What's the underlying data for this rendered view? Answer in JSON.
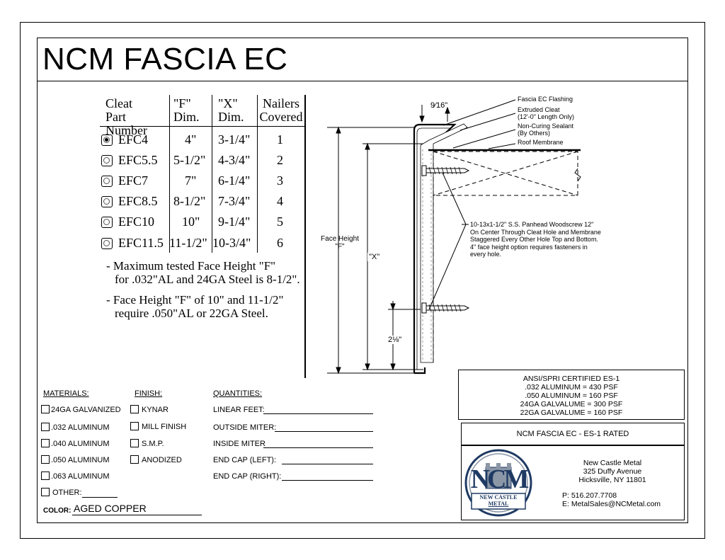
{
  "title": "NCM FASCIA EC",
  "cleat_table": {
    "headers": [
      [
        "Cleat Part",
        "Number"
      ],
      [
        "\"F\"",
        "Dim."
      ],
      [
        "\"X\"",
        "Dim."
      ],
      [
        "Nailers",
        "Covered"
      ]
    ],
    "rows": [
      {
        "part": "EFC4",
        "f": "4\"",
        "x": "3-1/4\"",
        "nailers": "1",
        "selected": true
      },
      {
        "part": "EFC5.5",
        "f": "5-1/2\"",
        "x": "4-3/4\"",
        "nailers": "2",
        "selected": false
      },
      {
        "part": "EFC7",
        "f": "7\"",
        "x": "6-1/4\"",
        "nailers": "3",
        "selected": false
      },
      {
        "part": "EFC8.5",
        "f": "8-1/2\"",
        "x": "7-3/4\"",
        "nailers": "4",
        "selected": false
      },
      {
        "part": "EFC10",
        "f": "10\"",
        "x": "9-1/4\"",
        "nailers": "5",
        "selected": false
      },
      {
        "part": "EFC11.5",
        "f": "11-1/2\"",
        "x": "10-3/4\"",
        "nailers": "6",
        "selected": false
      }
    ]
  },
  "notes": [
    [
      "- Maximum tested Face Height \"F\"",
      "  for .032\"AL and 24GA Steel is 8-1/2\"."
    ],
    [
      "- Face Height \"F\" of 10\" and 11-1/2\"",
      "  require .050\"AL or 22GA Steel."
    ]
  ],
  "diagram": {
    "dim_top": "9⁄16\"",
    "face_height_1": "Face Height",
    "face_height_2": "\"F\"",
    "x_label": "\"X\"",
    "dim_bottom": "2⅛\"",
    "callouts": [
      "Fascia EC Flashing",
      "Extruded Cleat",
      "(12'-0\" Length Only)",
      "Non-Curing Sealant",
      "(By Others)",
      "Roof Membrane"
    ],
    "screw_note": [
      "10-13x1-1/2\" S.S. Panhead Woodscrew 12\"",
      "On Center Through Cleat Hole and Membrane",
      "Staggered Every Other Hole Top and Bottom.",
      "4\" face height option requires fasteners in",
      "every hole."
    ]
  },
  "materials": {
    "heading": "MATERIALS:",
    "items": [
      "24GA GALVANIZED",
      ".032 ALUMINUM",
      ".040 ALUMINUM",
      ".050 ALUMINUM",
      ".063 ALUMINUM"
    ],
    "other_label": "OTHER:"
  },
  "finish": {
    "heading": "FINISH:",
    "items": [
      "KYNAR",
      "MILL FINISH",
      "S.M.P.",
      "ANODIZED"
    ]
  },
  "quantities": {
    "heading": "QUANTITIES:",
    "items": [
      "LINEAR FEET:",
      "OUTSIDE MITER:",
      "INSIDE MITER",
      "END CAP (LEFT):",
      "END CAP (RIGHT):"
    ]
  },
  "color": {
    "label": "COLOR:",
    "value": "AGED COPPER"
  },
  "certification": [
    "ANSI/SPRI CERTIFIED ES-1",
    ".032 ALUMINUM = 430 PSF",
    ".050 ALUMINUM = 160 PSF",
    "24GA GALVALUME = 300 PSF",
    "22GA GALVALUME = 160 PSF"
  ],
  "rating": "NCM FASCIA EC - ES-1 RATED",
  "company": {
    "logo_letters": "NCM",
    "logo_caption_1": "NEW CASTLE",
    "logo_caption_2": "METAL",
    "name": "New Castle Metal",
    "address_1": "325 Duffy Avenue",
    "address_2": "Hicksville, NY 11801",
    "phone": "P: 516.207.7708",
    "email": "E: MetalSales@NCMetal.com"
  },
  "colors": {
    "line": "#000000",
    "logo_navy": "#1f3a63",
    "logo_steel": "#8b97a6"
  }
}
